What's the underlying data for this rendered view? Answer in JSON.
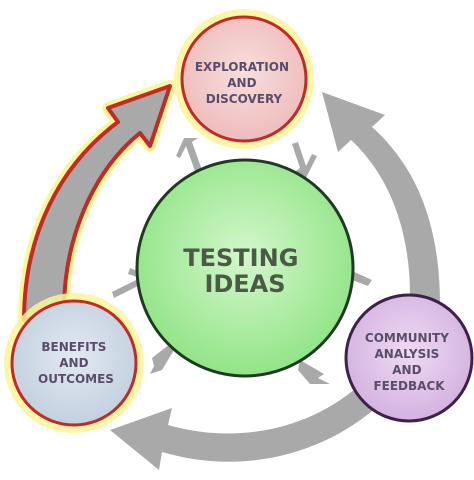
{
  "diagram": {
    "center": {
      "lines": [
        "TESTING",
        "IDEAS"
      ]
    },
    "nodes": {
      "exploration": {
        "lines": [
          "EXPLORATION",
          "AND",
          "DISCOVERY"
        ]
      },
      "community": {
        "lines": [
          "COMMUNITY",
          "ANALYSIS",
          "AND",
          "FEEDBACK"
        ]
      },
      "benefits": {
        "lines": [
          "BENEFITS",
          "AND",
          "OUTCOMES"
        ]
      }
    }
  },
  "colors": {
    "center_fill": "#a8ec9e",
    "center_text": "#4b5a44",
    "exploration_fill": "#f3c9c9",
    "community_fill": "#dcc0e6",
    "benefits_fill": "#cfd9e6",
    "node_border": "#c22a22",
    "node_text": "#5a4d6b",
    "glow": "#fdf59a",
    "gray_arrow": "#a9a9a9",
    "red_arrow_outline": "#c22a22"
  }
}
